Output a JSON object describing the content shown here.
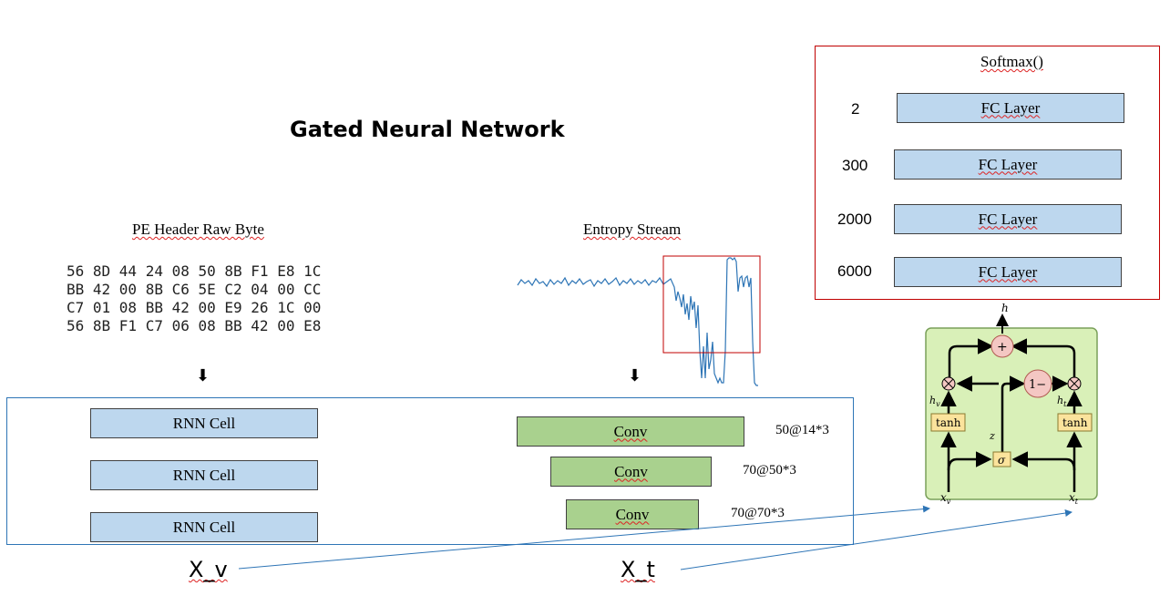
{
  "title": "Gated Neural Network",
  "pe_header": {
    "label": "PE Header Raw Byte",
    "hex_lines": [
      "56 8D 44 24 08 50 8B F1 E8 1C",
      "BB 42 00 8B C6 5E C2 04 00 CC",
      "C7 01 08 BB 42 00 E9 26 1C 00",
      "56 8B F1 C7 06 08 BB 42 00 E8"
    ]
  },
  "entropy": {
    "label": "Entropy Stream"
  },
  "arrows": {
    "down": "⬇"
  },
  "rnn": {
    "cells": [
      "RNN Cell",
      "RNN Cell",
      "RNN Cell"
    ]
  },
  "conv": {
    "layers": [
      {
        "label": "Conv",
        "dims": "50@14*3"
      },
      {
        "label": "Conv",
        "dims": "70@50*3"
      },
      {
        "label": "Conv",
        "dims": "70@70*3"
      }
    ]
  },
  "inputs": {
    "xv": "X_v",
    "xt": "X_t"
  },
  "fc": {
    "softmax": "Softmax()",
    "layers": [
      {
        "size": "2",
        "label": "FC Layer"
      },
      {
        "size": "300",
        "label": "FC Layer"
      },
      {
        "size": "2000",
        "label": "FC Layer"
      },
      {
        "size": "6000",
        "label": "FC Layer"
      }
    ]
  },
  "gate": {
    "h": "h",
    "plus": "+",
    "one_minus": "1−",
    "times": "⊗",
    "hv": "h",
    "hv_sub": "v",
    "ht": "h",
    "ht_sub": "t",
    "tanh_left": "tanh",
    "tanh_right": "tanh",
    "z": "z",
    "sigma": "σ",
    "xv": "x",
    "xv_sub": "v",
    "xt": "x",
    "xt_sub": "t"
  },
  "colors": {
    "blue_box": "#bdd7ee",
    "green_box": "#a9d18e",
    "frame_blue": "#2e75b6",
    "frame_red": "#c00000",
    "entropy_line": "#2e75b6",
    "gate_bg": "#d9f0b8",
    "gate_node": "#f4c7c3",
    "gate_yellow": "#fbe39c"
  }
}
